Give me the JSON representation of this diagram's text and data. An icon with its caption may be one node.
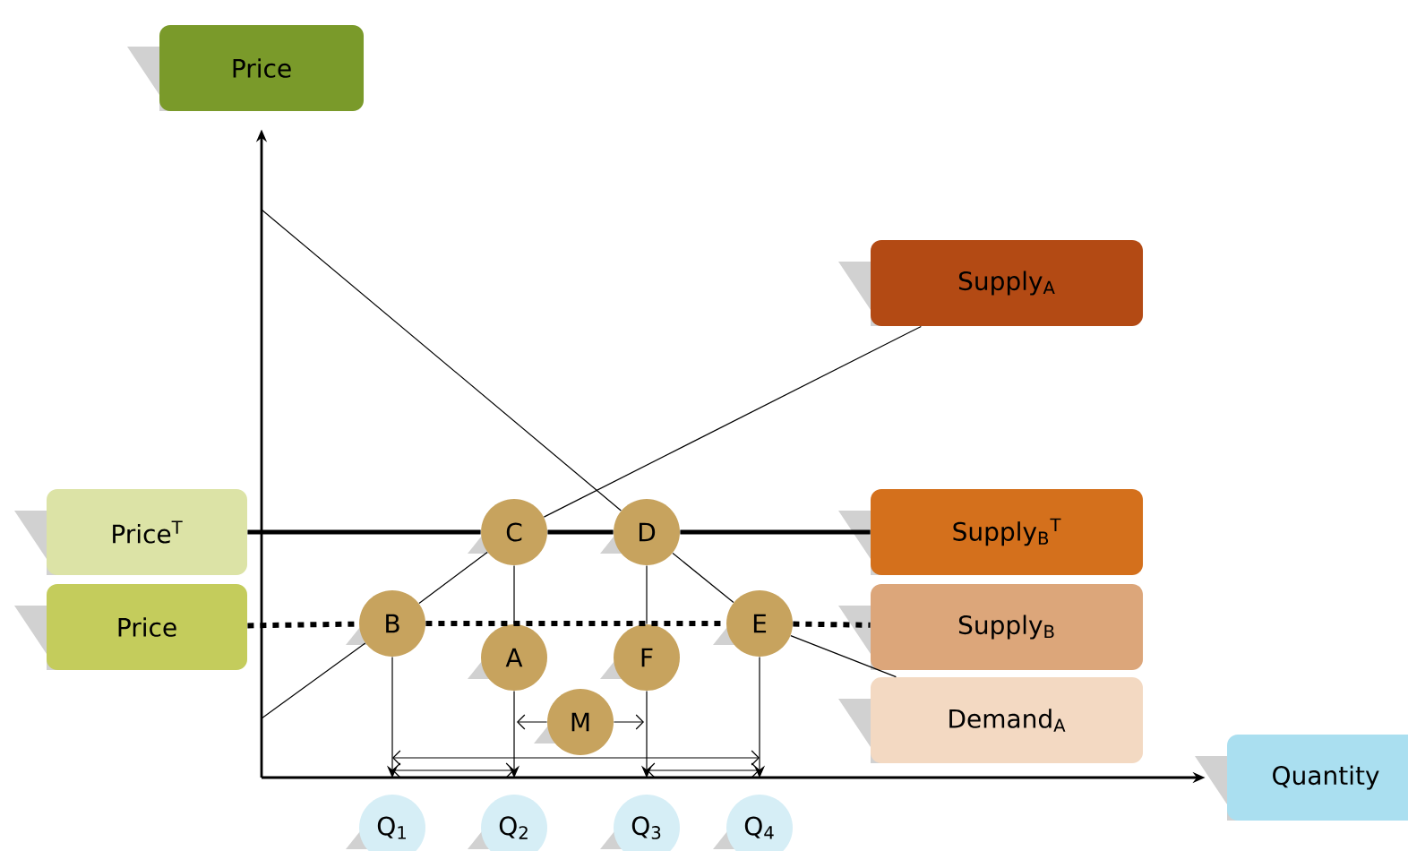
{
  "diagram": {
    "nodes": [
      {
        "text": [
          "Price"
        ]
      },
      {
        "text": [
          "Supply$_{A}$"
        ]
      },
      {
        "text": [
          "Price$^{T}$"
        ]
      },
      {
        "text": [
          "C"
        ]
      },
      {
        "text": [
          "D"
        ]
      },
      {
        "text": [
          "Supply$_{B}$$^{T}$"
        ]
      },
      {
        "text": [
          "Price"
        ]
      },
      {
        "text": [
          "B"
        ]
      },
      {
        "text": [
          "A"
        ]
      },
      {
        "text": [
          "F"
        ]
      },
      {
        "text": [
          "E"
        ]
      },
      {
        "text": [
          "Supply$_{B}$"
        ]
      },
      {
        "text": [
          "M"
        ]
      },
      {
        "text": [
          "Demand$_{A}$"
        ]
      },
      {
        "text": [
          "Quantity"
        ]
      },
      {
        "text": [
          "Q$_{1}$"
        ]
      },
      {
        "text": [
          "Q$_{2}$"
        ]
      },
      {
        "text": [
          "Q$_{3}$"
        ]
      },
      {
        "text": [
          "Q$_{4}$"
        ]
      }
    ],
    "edges": [
      {
        "from": null,
        "to": 0,
        "arrow": "to"
      },
      {
        "from": null,
        "to": 14,
        "arrow": "to"
      },
      {
        "from": null,
        "to": 7,
        "arrow": "none"
      },
      {
        "from": 7,
        "to": 3,
        "arrow": "none"
      },
      {
        "from": 3,
        "to": 1,
        "arrow": "none"
      },
      {
        "from": null,
        "to": 4,
        "arrow": "none"
      },
      {
        "from": 4,
        "to": 10,
        "arrow": "none"
      },
      {
        "from": 10,
        "to": 13,
        "arrow": "none"
      },
      {
        "from": 2,
        "to": 3,
        "arrow": "none",
        "style": "thick"
      },
      {
        "from": 3,
        "to": 4,
        "arrow": "none",
        "style": "thick"
      },
      {
        "from": 4,
        "to": 5,
        "arrow": "none",
        "style": "thick"
      },
      {
        "from": 6,
        "to": 7,
        "arrow": "none",
        "style": "dashed"
      },
      {
        "from": 7,
        "to": 10,
        "arrow": "none",
        "style": "dashed"
      },
      {
        "from": 10,
        "to": 11,
        "arrow": "none",
        "style": "dashed"
      },
      {
        "from": 3,
        "to": 8,
        "arrow": "none"
      },
      {
        "from": 8,
        "to": 16,
        "arrow": "to"
      },
      {
        "from": 4,
        "to": 9,
        "arrow": "none"
      },
      {
        "from": 9,
        "to": 17,
        "arrow": "to"
      },
      {
        "from": 7,
        "to": 15,
        "arrow": "to"
      },
      {
        "from": 10,
        "to": 18,
        "arrow": "to"
      },
      {
        "from": 12,
        "to": null,
        "arrow": "to"
      },
      {
        "from": 12,
        "to": null,
        "arrow": "to"
      }
    ]
  }
}
